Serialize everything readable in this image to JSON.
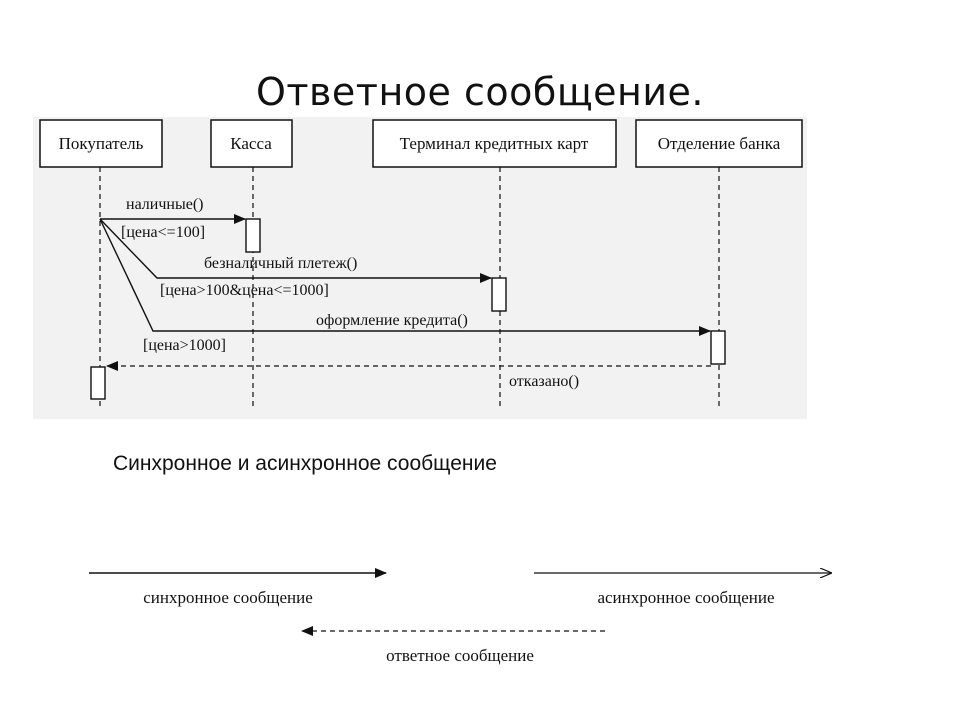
{
  "slide": {
    "title": "Ответное сообщение.",
    "subtitle": "Синхронное и асинхронное сообщение"
  },
  "sequence": {
    "lifelines": [
      {
        "label": "Покупатель"
      },
      {
        "label": "Касса"
      },
      {
        "label": "Терминал кредитных карт"
      },
      {
        "label": "Отделение банка"
      }
    ],
    "messages": [
      {
        "label": "наличные()",
        "guard": "[цена<=100]"
      },
      {
        "label": "безналичный плетеж()",
        "guard": "[цена>100&цена<=1000]"
      },
      {
        "label": "оформление кредита()",
        "guard": "[цена>1000]"
      },
      {
        "label": "отказано()"
      }
    ]
  },
  "legend": {
    "sync": "синхронное сообщение",
    "async": "асинхронное сообщение",
    "reply": "ответное сообщение"
  },
  "colors": {
    "line": "#111111",
    "frame": "#f2f2f2"
  }
}
